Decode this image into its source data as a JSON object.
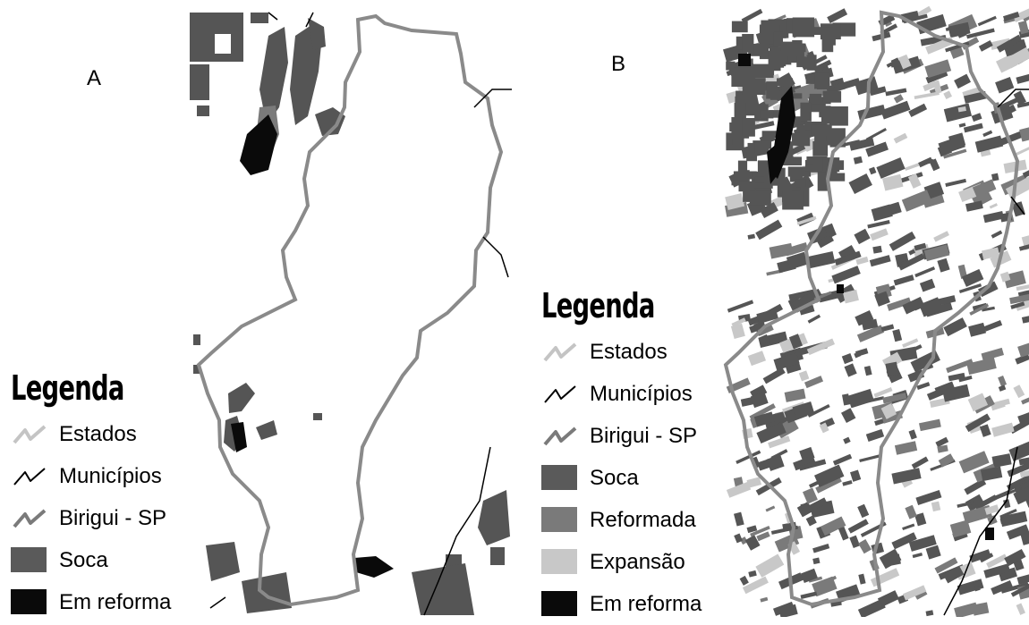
{
  "panels": [
    {
      "id": "A",
      "letter": "A",
      "legend": {
        "title": "Legenda",
        "items": [
          {
            "label": "Estados",
            "kind": "line",
            "color": "#c4c4c4"
          },
          {
            "label": "Municípios",
            "kind": "line-thin",
            "color": "#000000"
          },
          {
            "label": "Birigui - SP",
            "kind": "line",
            "color": "#7a7a7a"
          },
          {
            "label": "Soca",
            "kind": "fill",
            "color": "#5a5a5a"
          },
          {
            "label": "Em reforma",
            "kind": "fill",
            "color": "#0a0a0a"
          }
        ]
      }
    },
    {
      "id": "B",
      "letter": "B",
      "legend": {
        "title": "Legenda",
        "items": [
          {
            "label": "Estados",
            "kind": "line",
            "color": "#c4c4c4"
          },
          {
            "label": "Municípios",
            "kind": "line-thin",
            "color": "#000000"
          },
          {
            "label": "Birigui - SP",
            "kind": "line",
            "color": "#7a7a7a"
          },
          {
            "label": "Soca",
            "kind": "fill",
            "color": "#5a5a5a"
          },
          {
            "label": "Reformada",
            "kind": "fill",
            "color": "#7a7a7a"
          },
          {
            "label": "Expansão",
            "kind": "fill",
            "color": "#c8c8c8"
          },
          {
            "label": "Em reforma",
            "kind": "fill",
            "color": "#0a0a0a"
          }
        ]
      }
    }
  ],
  "colors": {
    "boundary": "#8a8a8a",
    "municipio": "#000000",
    "soca": "#555555",
    "reformada": "#7a7a7a",
    "expansao": "#c8c8c8",
    "em_reforma": "#0a0a0a",
    "background": "#ffffff"
  }
}
